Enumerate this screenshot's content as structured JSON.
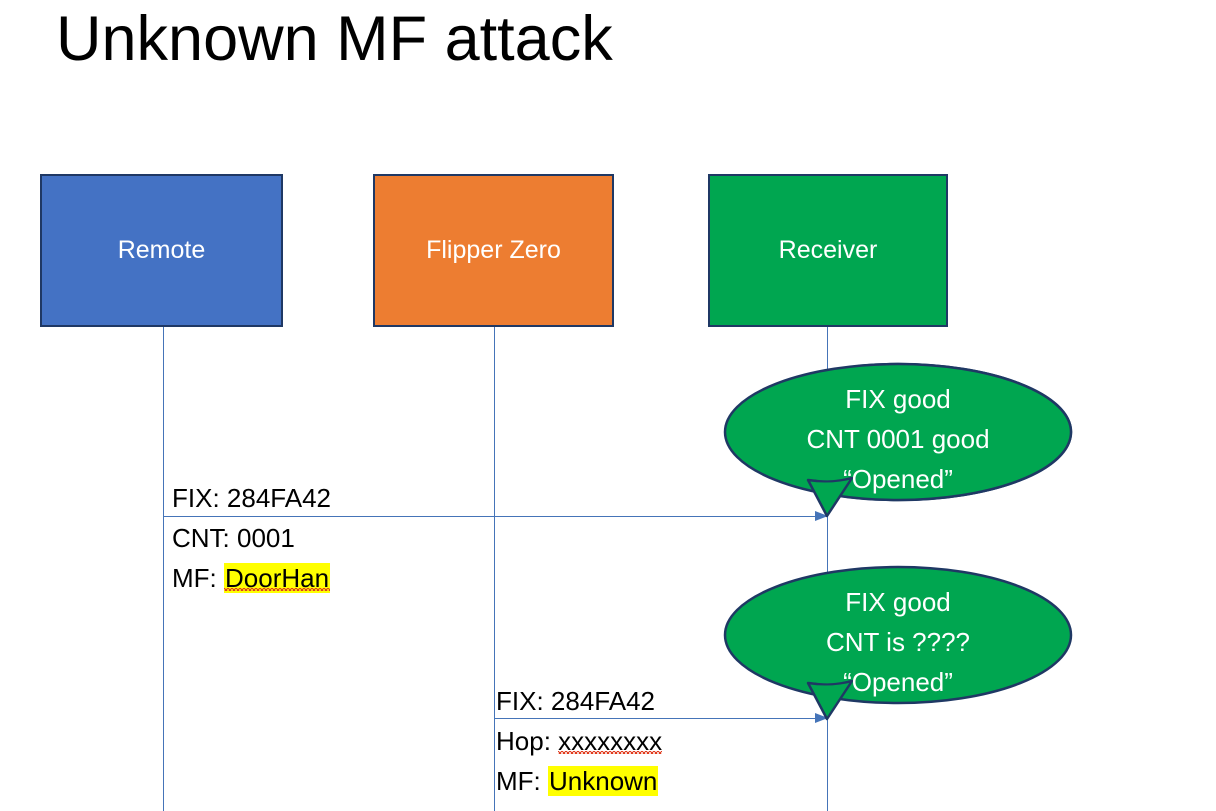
{
  "slide": {
    "title": "Unknown MF attack",
    "background": "#FFFFFF"
  },
  "colors": {
    "remote_box": "#4472C4",
    "flipper_box": "#ED7D31",
    "receiver_box": "#00A650",
    "box_border": "#1F3864",
    "lifeline": "#4574B8",
    "arrow": "#4574B8",
    "callout_fill": "#00A650",
    "callout_border": "#1F3864",
    "highlight": "#FFFF00",
    "spellcheck_underline": "#E03C1F",
    "text_dark": "#000000",
    "text_light": "#FFFFFF"
  },
  "actors": [
    {
      "id": "remote",
      "label": "Remote"
    },
    {
      "id": "flipper",
      "label": "Flipper Zero"
    },
    {
      "id": "receiver",
      "label": "Receiver"
    }
  ],
  "messages": [
    {
      "id": "msg-remote-to-receiver",
      "from": "remote",
      "to": "receiver",
      "lines": [
        {
          "label": "FIX:",
          "value": "284FA42",
          "highlight": false,
          "squiggle": false
        },
        {
          "label": "CNT:",
          "value": "0001",
          "highlight": false,
          "squiggle": false
        },
        {
          "label": "MF:",
          "value": "DoorHan",
          "highlight": true,
          "squiggle": true
        }
      ]
    },
    {
      "id": "msg-flipper-to-receiver",
      "from": "flipper",
      "to": "receiver",
      "lines": [
        {
          "label": "FIX:",
          "value": "284FA42",
          "highlight": false,
          "squiggle": false
        },
        {
          "label": "Hop:",
          "value": "xxxxxxxx",
          "highlight": false,
          "squiggle": true
        },
        {
          "label": "MF:",
          "value": "Unknown",
          "highlight": true,
          "squiggle": false
        }
      ]
    }
  ],
  "callouts": [
    {
      "id": "callout-first-reception",
      "lines": [
        "FIX good",
        "CNT 0001 good",
        "“Opened”"
      ]
    },
    {
      "id": "callout-second-reception",
      "lines": [
        "FIX good",
        "CNT is ????",
        "“Opened”"
      ]
    }
  ]
}
